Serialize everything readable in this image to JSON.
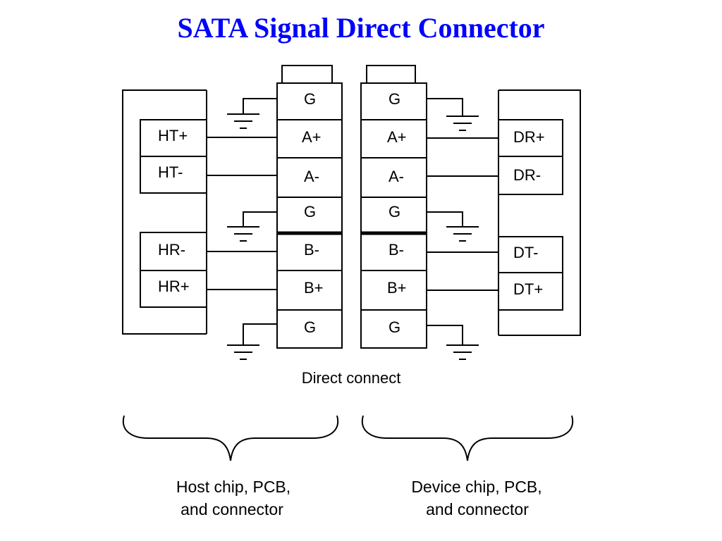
{
  "title": "SATA Signal Direct Connector",
  "host": {
    "signals": [
      "HT+",
      "HT-",
      "HR-",
      "HR+"
    ]
  },
  "device": {
    "signals": [
      "DR+",
      "DR-",
      "DT-",
      "DT+"
    ]
  },
  "connector_pins": [
    "G",
    "A+",
    "A-",
    "G",
    "B-",
    "B+",
    "G"
  ],
  "center_label": "Direct connect",
  "host_caption": [
    "Host chip, PCB,",
    "and connector"
  ],
  "device_caption": [
    "Device chip, PCB,",
    "and connector"
  ]
}
